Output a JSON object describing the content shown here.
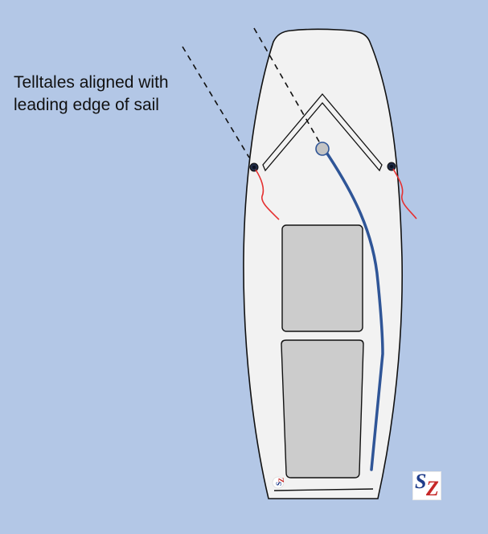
{
  "annotation": {
    "line1": "Telltales aligned with",
    "line2": "leading edge of sail"
  },
  "colors": {
    "background": "#b3c7e6",
    "hull": "#f2f2f2",
    "outline": "#111111",
    "cockpit": "#cccccc",
    "mainsheet": "#2f5597",
    "telltale": "#e53030",
    "logo_blue": "#1f3d8a",
    "logo_red": "#c62828"
  },
  "logo": {
    "letter_1": "S",
    "letter_2": "Z"
  },
  "icons": {
    "hull": "boat-hull-top-view",
    "sail": "chevron-sail",
    "telltale": "telltale-ribbon",
    "logo": "sz-brand-logo"
  }
}
